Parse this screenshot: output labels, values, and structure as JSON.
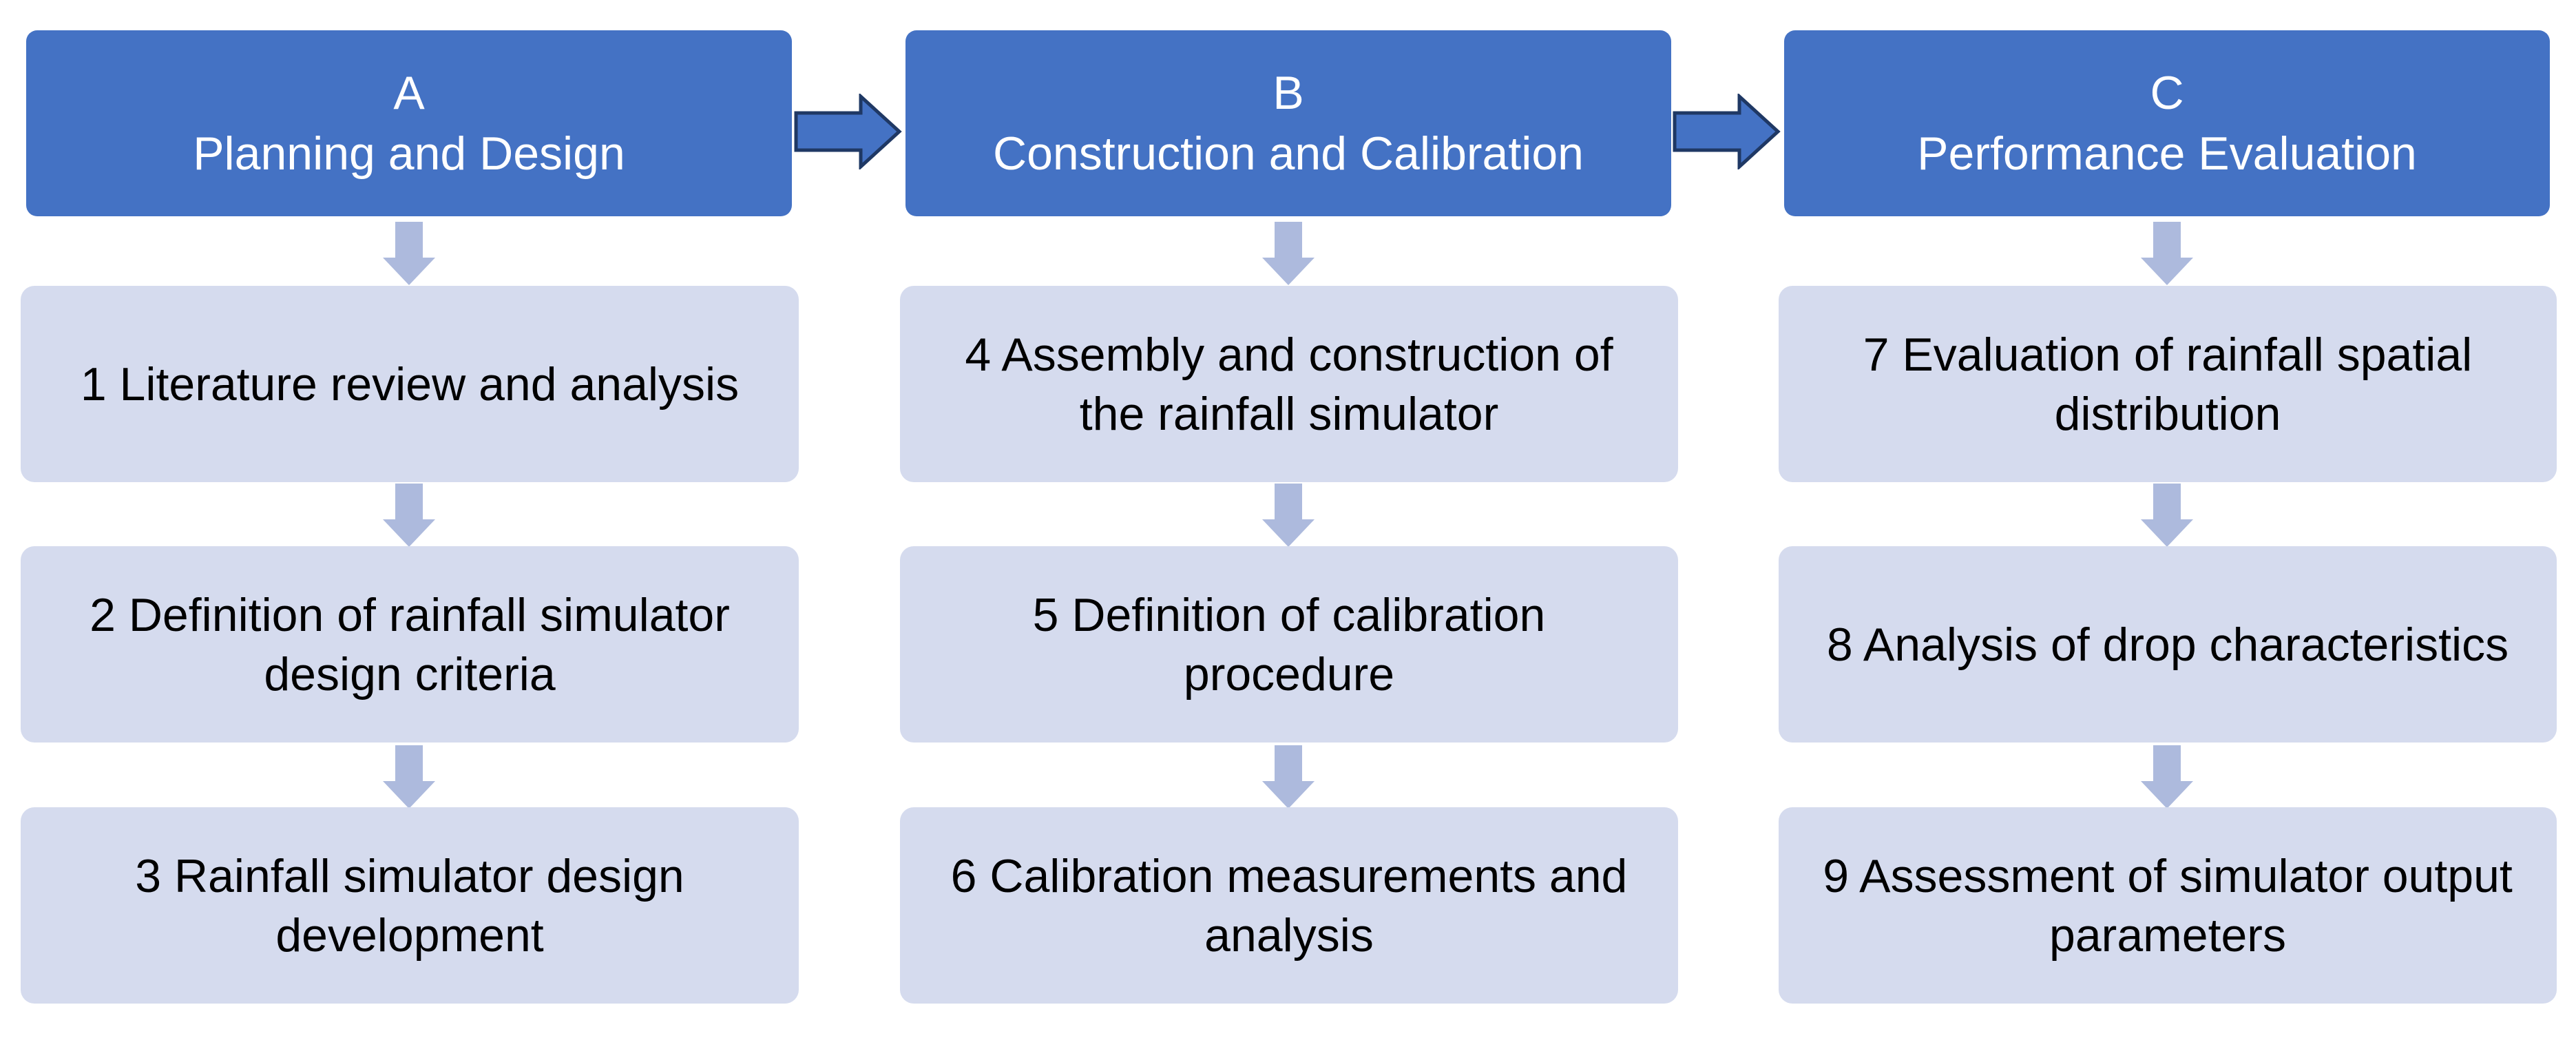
{
  "colors": {
    "header_fill": "#4472c4",
    "step_fill": "#d5dbee",
    "down_arrow": "#adbadd",
    "right_arrow_fill": "#4472c4",
    "right_arrow_stroke": "#1f3864",
    "step_text": "#000000",
    "header_text": "#ffffff"
  },
  "phases": [
    {
      "letter": "A",
      "title": "Planning and Design",
      "steps": [
        "1 Literature review and analysis",
        "2 Definition of rainfall simulator design criteria",
        "3 Rainfall simulator design development"
      ]
    },
    {
      "letter": "B",
      "title": "Construction and Calibration",
      "steps": [
        "4 Assembly and construction of the rainfall simulator",
        "5 Definition of calibration procedure",
        "6 Calibration measurements and analysis"
      ]
    },
    {
      "letter": "C",
      "title": "Performance Evaluation",
      "steps": [
        "7 Evaluation of rainfall spatial distribution",
        "8 Analysis of drop characteristics",
        "9 Assessment of simulator output parameters"
      ]
    }
  ]
}
